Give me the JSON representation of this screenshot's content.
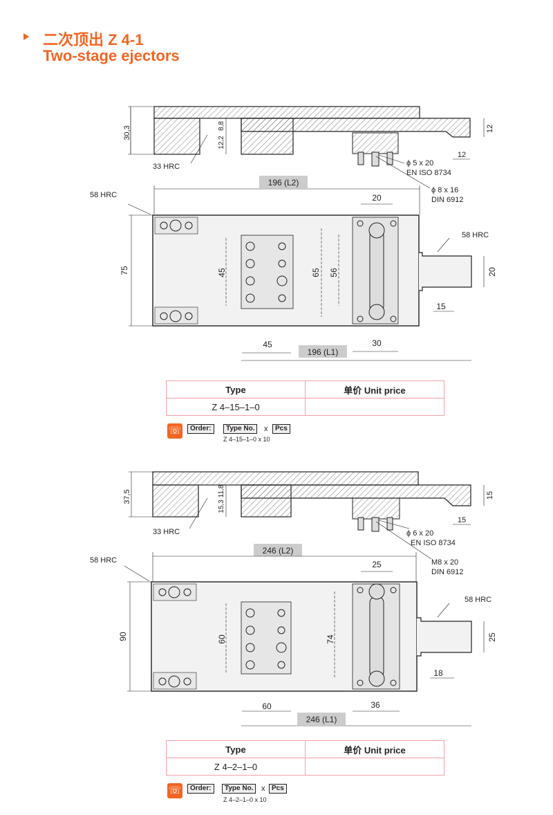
{
  "header": {
    "title": "二次顶出 Z 4-1",
    "subtitle": "Two-stage ejectors",
    "accent_color": "#f26522"
  },
  "products": [
    {
      "dims": {
        "height_total": "30,3",
        "d1": "8,8",
        "d2": "12,2",
        "flange_h": "12",
        "flange_w": "12",
        "hrc_small": "33 HRC",
        "pin_a": "ϕ 5 x 20",
        "pin_a_std": "EN ISO 8734",
        "pin_b": "ϕ 8 x 16",
        "pin_b_std": "DIN 6912",
        "L2": "196 (L2)",
        "hrc_body": "58 HRC",
        "top_w": "20",
        "width": "75",
        "h_left": "45",
        "h_mid1": "65",
        "h_mid2": "56",
        "hrc_tongue": "58 HRC",
        "tongue_w": "20",
        "tongue_l": "15",
        "bottom_l": "45",
        "bottom_r": "30",
        "L1": "196 (L1)"
      },
      "table": {
        "type_header": "Type",
        "price_header": "单价    Unit price",
        "type_value": "Z 4–15–1–0",
        "price_value": ""
      },
      "order": {
        "order_label": "Order:",
        "type_no_label": "Type No.",
        "x_label": "x",
        "pcs_label": "Pcs",
        "example": "Z 4–15–1–0  x    10"
      }
    },
    {
      "dims": {
        "height_total": "37,5",
        "d1": "11,8",
        "d2": "15,3",
        "flange_h": "15",
        "flange_w": "15",
        "hrc_small": "33 HRC",
        "pin_a": "ϕ 6 x 20",
        "pin_a_std": "EN ISO 8734",
        "pin_b": "M8 x 20",
        "pin_b_std": "DIN 6912",
        "L2": "246 (L2)",
        "hrc_body": "58 HRC",
        "top_w": "25",
        "width": "90",
        "h_left": "60",
        "h_mid1": "74",
        "h_mid2": "",
        "hrc_tongue": "58 HRC",
        "tongue_w": "25",
        "tongue_l": "18",
        "bottom_l": "60",
        "bottom_r": "36",
        "L1": "246 (L1)"
      },
      "table": {
        "type_header": "Type",
        "price_header": "单价    Unit price",
        "type_value": "Z 4–2–1–0",
        "price_value": ""
      },
      "order": {
        "order_label": "Order:",
        "type_no_label": "Type No.",
        "x_label": "x",
        "pcs_label": "Pcs",
        "example": "Z 4–2–1–0  x    10"
      }
    }
  ]
}
